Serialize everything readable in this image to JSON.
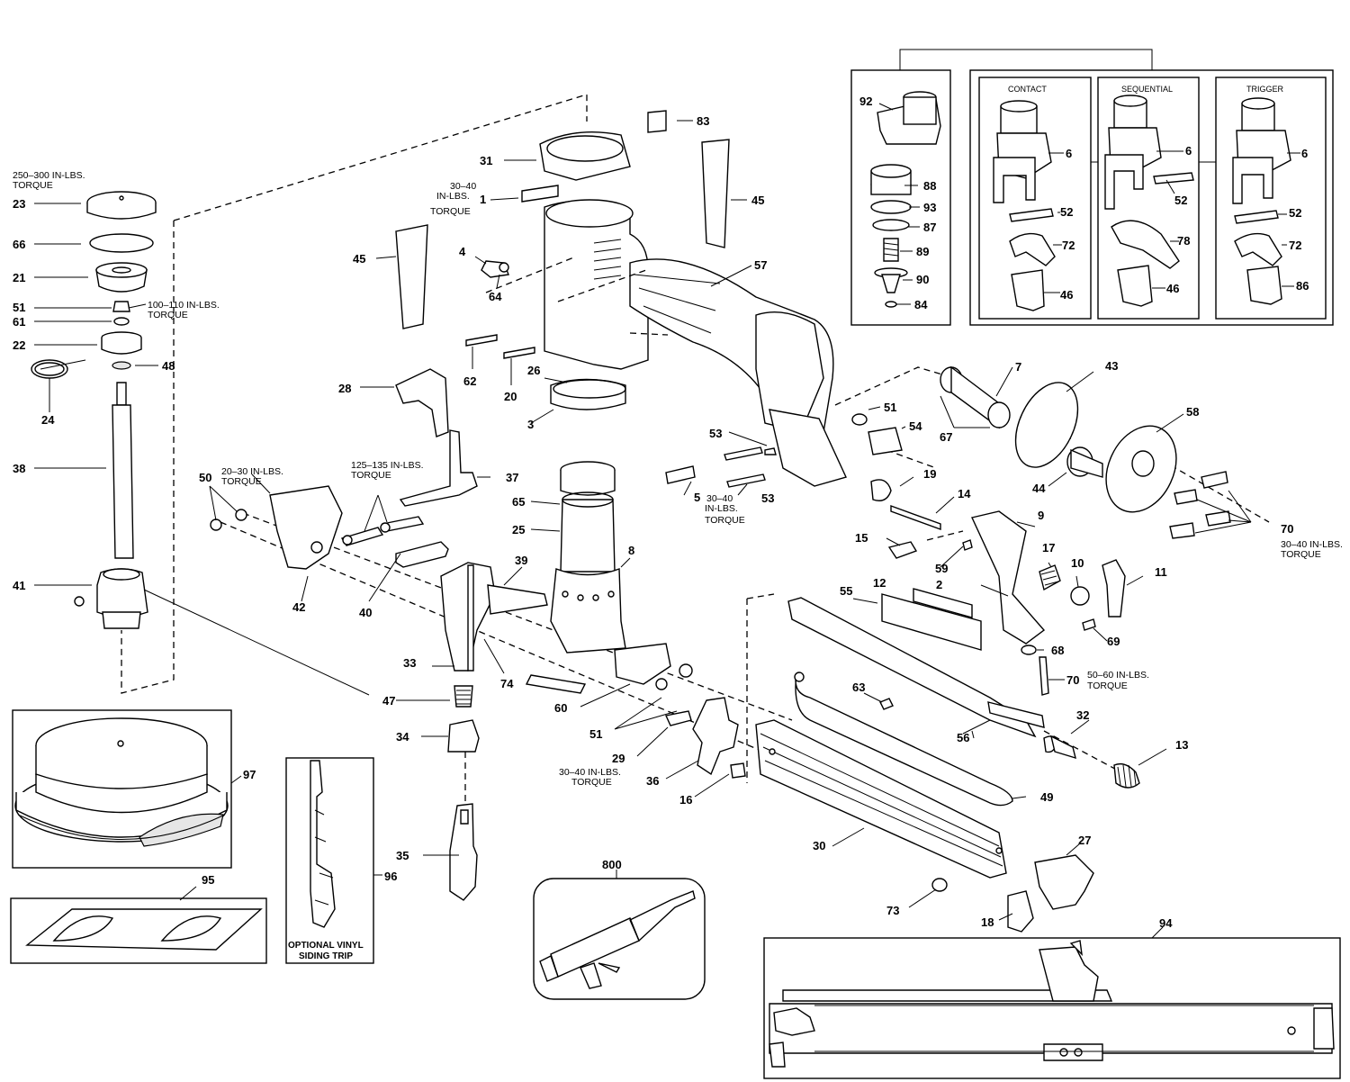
{
  "callouts": {
    "n1": "1",
    "n2": "2",
    "n3": "3",
    "n4": "4",
    "n5": "5",
    "n6a": "6",
    "n6b": "6",
    "n6c": "6",
    "n7": "7",
    "n8": "8",
    "n9": "9",
    "n10": "10",
    "n11": "11",
    "n12": "12",
    "n13": "13",
    "n14": "14",
    "n15": "15",
    "n16": "16",
    "n17": "17",
    "n18": "18",
    "n19": "19",
    "n20": "20",
    "n21": "21",
    "n22": "22",
    "n23": "23",
    "n24": "24",
    "n25": "25",
    "n26": "26",
    "n27": "27",
    "n28": "28",
    "n29": "29",
    "n30": "30",
    "n31": "31",
    "n32": "32",
    "n33": "33",
    "n34": "34",
    "n35": "35",
    "n36": "36",
    "n37": "37",
    "n38": "38",
    "n39": "39",
    "n40": "40",
    "n41": "41",
    "n42": "42",
    "n43": "43",
    "n44": "44",
    "n45a": "45",
    "n45b": "45",
    "n46a": "46",
    "n46b": "46",
    "n47": "47",
    "n48": "48",
    "n49": "49",
    "n50": "50",
    "n51a": "51",
    "n51b": "51",
    "n51c": "51",
    "n52a": "52",
    "n52b": "52",
    "n52c": "52",
    "n53a": "53",
    "n53b": "53",
    "n54": "54",
    "n55": "55",
    "n56": "56",
    "n57": "57",
    "n58": "58",
    "n59": "59",
    "n60": "60",
    "n61": "61",
    "n62": "62",
    "n63": "63",
    "n64": "64",
    "n65": "65",
    "n66": "66",
    "n67": "67",
    "n68": "68",
    "n69": "69",
    "n70a": "70",
    "n70b": "70",
    "n72a": "72",
    "n72b": "72",
    "n73": "73",
    "n74": "74",
    "n78": "78",
    "n83": "83",
    "n84": "84",
    "n86": "86",
    "n87": "87",
    "n88": "88",
    "n89": "89",
    "n90": "90",
    "n92": "92",
    "n93": "93",
    "n94": "94",
    "n95": "95",
    "n96": "96",
    "n97": "97",
    "n800": "800"
  },
  "torque_notes": {
    "t23_line1": "250–300 IN-LBS.",
    "t23_line2": "TORQUE",
    "t51_line1": "100–110 IN-LBS.",
    "t51_line2": "TORQUE",
    "t1_line1": "30–40",
    "t1_line2": "IN-LBS.",
    "t1_line3": "TORQUE",
    "t50_line1": "20–30 IN-LBS.",
    "t50_line2": "TORQUE",
    "t71_line1": "125–135 IN-LBS.",
    "t71_line2": "TORQUE",
    "t5_line1": "30–40",
    "t5_line2": "IN-LBS.",
    "t5_line3": "TORQUE",
    "t70_line1": "30–40 IN-LBS.",
    "t70_line2": "TORQUE",
    "t70b_line1": "50–60 IN-LBS.",
    "t70b_line2": "TORQUE",
    "t51b_line1": "30–40 IN-LBS.",
    "t51b_line2": "TORQUE"
  },
  "trigger_variants": {
    "contact": "CONTACT",
    "sequential": "SEQUENTIAL",
    "trigger": "TRIGGER"
  },
  "optional_kit": {
    "line1": "OPTIONAL VINYL",
    "line2": "SIDING TRIP"
  }
}
